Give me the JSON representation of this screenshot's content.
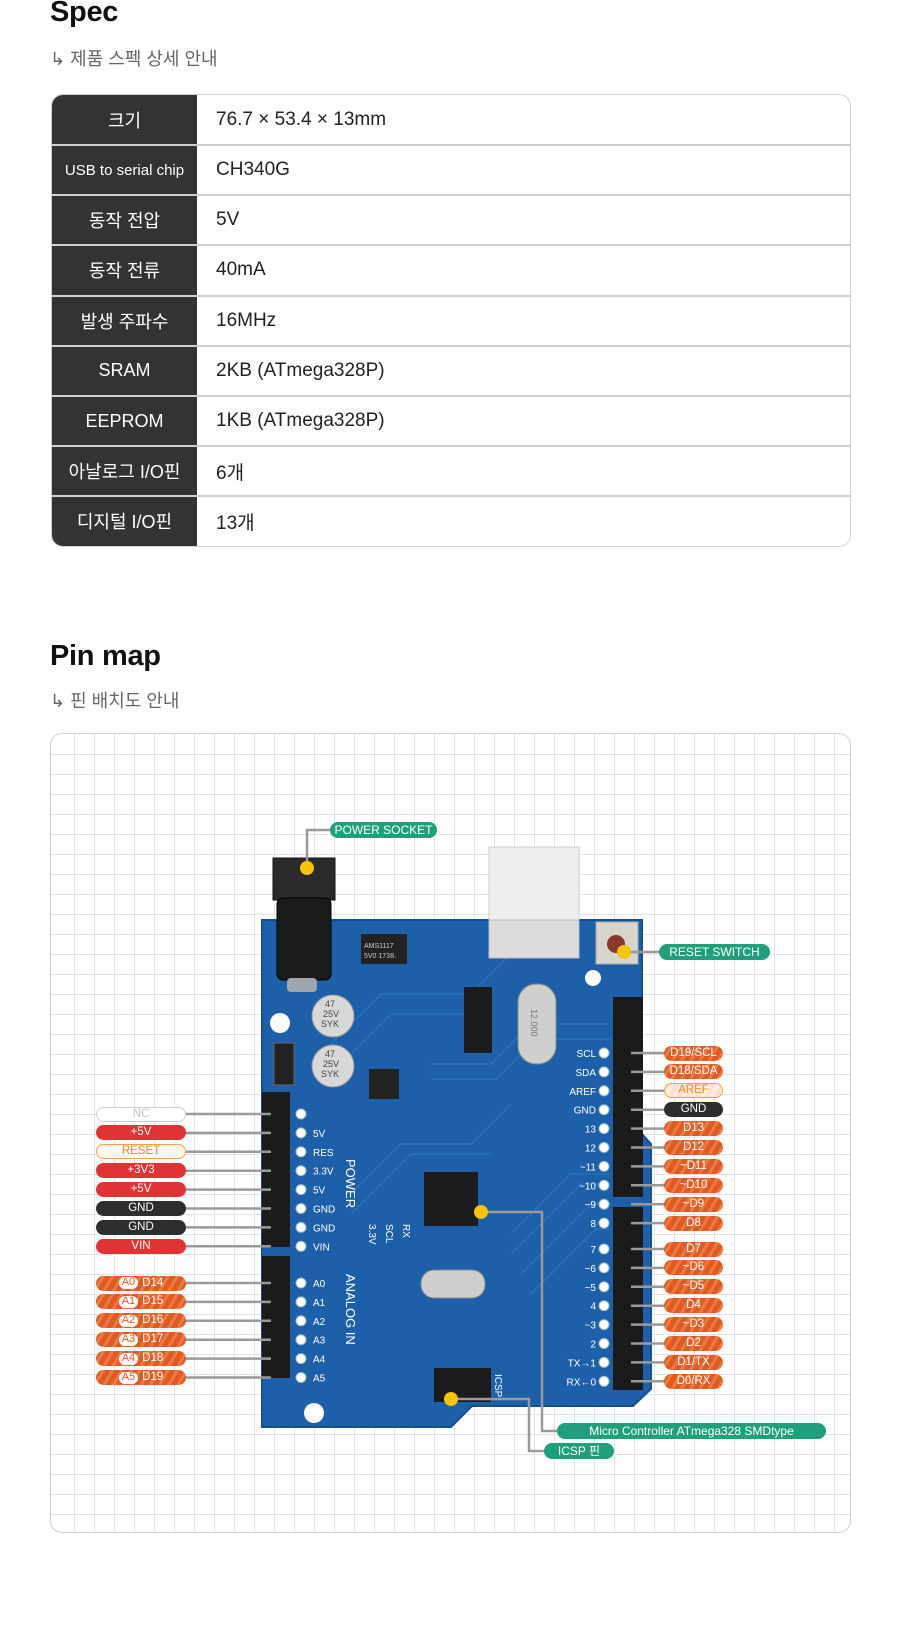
{
  "spec": {
    "title": "Spec",
    "subtitle": "↳ 제품 스펙 상세 안내",
    "rows": [
      {
        "key": "크기",
        "value": "76.7 × 53.4 × 13mm"
      },
      {
        "key": "USB to serial chip",
        "value": "CH340G"
      },
      {
        "key": "동작 전압",
        "value": "5V"
      },
      {
        "key": "동작 전류",
        "value": "40mA"
      },
      {
        "key": "발생 주파수",
        "value": "16MHz"
      },
      {
        "key": "SRAM",
        "value": "2KB (ATmega328P)"
      },
      {
        "key": "EEPROM",
        "value": "1KB (ATmega328P)"
      },
      {
        "key": "아날로그 I/O핀",
        "value": "6개"
      },
      {
        "key": "디지털 I/O핀",
        "value": "13개"
      }
    ]
  },
  "pinmap": {
    "title": "Pin map",
    "subtitle": "↳ 핀 배치도 안내",
    "callouts": {
      "power_socket": "POWER SOCKET",
      "reset_switch": "RESET SWITCH",
      "mcu": "Micro Controller ATmega328 SMDtype",
      "icsp": "ICSP 핀"
    },
    "power_pins": [
      {
        "label": "NC",
        "style": "nc"
      },
      {
        "label": "+5V",
        "style": "red"
      },
      {
        "label": "RESET",
        "style": "outline-orange"
      },
      {
        "label": "+3V3",
        "style": "red"
      },
      {
        "label": "+5V",
        "style": "red"
      },
      {
        "label": "GND",
        "style": "dark"
      },
      {
        "label": "GND",
        "style": "dark"
      },
      {
        "label": "VIN",
        "style": "red"
      }
    ],
    "analog_pins": [
      {
        "tag": "A0",
        "label": "D14"
      },
      {
        "tag": "A1",
        "label": "D15"
      },
      {
        "tag": "A2",
        "label": "D16"
      },
      {
        "tag": "A3",
        "label": "D17"
      },
      {
        "tag": "A4",
        "label": "D18"
      },
      {
        "tag": "A5",
        "label": "D19"
      }
    ],
    "digital_pins_top": [
      {
        "label": "D19/SCL",
        "style": "orange"
      },
      {
        "label": "D18/SDA",
        "style": "orange"
      },
      {
        "label": "AREF",
        "style": "orange-out"
      },
      {
        "label": "GND",
        "style": "dark"
      },
      {
        "label": "D13",
        "style": "orange"
      },
      {
        "label": "D12",
        "style": "orange"
      },
      {
        "label": "~D11",
        "style": "orange"
      },
      {
        "label": "~D10",
        "style": "orange"
      },
      {
        "label": "~D9",
        "style": "orange"
      },
      {
        "label": "D8",
        "style": "orange"
      }
    ],
    "digital_pins_bottom": [
      {
        "label": "D7",
        "style": "orange"
      },
      {
        "label": "~D6",
        "style": "orange"
      },
      {
        "label": "~D5",
        "style": "orange"
      },
      {
        "label": "D4",
        "style": "orange"
      },
      {
        "label": "~D3",
        "style": "orange"
      },
      {
        "label": "D2",
        "style": "orange"
      },
      {
        "label": "D1/TX",
        "style": "orange"
      },
      {
        "label": "D0/RX",
        "style": "orange"
      }
    ],
    "silkscreen": {
      "power_left": [
        "5V",
        "RES",
        "3.3V",
        "5V",
        "GND",
        "GND",
        "VIN"
      ],
      "analog_left": [
        "A0",
        "A1",
        "A2",
        "A3",
        "A4",
        "A5"
      ],
      "power_heading": "POWER",
      "analog_heading": "ANALOG IN",
      "right_top": [
        "SCL",
        "SDA",
        "AREF",
        "GND",
        "13",
        "12",
        "~11",
        "~10",
        "~9",
        "8"
      ],
      "right_bottom": [
        "7",
        "~6",
        "~5",
        "4",
        "~3",
        "2",
        "TX→1",
        "RX←0"
      ],
      "regulator": "AMS1117",
      "regulator_code": "5V0 1738.",
      "cap_text": [
        "47",
        "25V",
        "SYK"
      ],
      "crystal_text": "12.000",
      "icsp": "ICSP",
      "header_cols": [
        "3.3V",
        "SCL",
        "RX"
      ]
    },
    "colors": {
      "board": "#1d5fa8",
      "callout": "#1f9f7b",
      "marker": "#f6c400",
      "leader": "#9a9a9a"
    }
  }
}
